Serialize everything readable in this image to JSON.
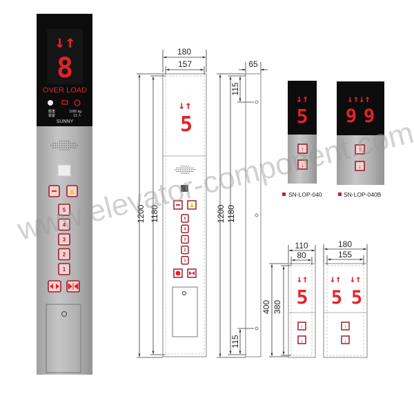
{
  "cop_photo": {
    "display_arrows": "↓↑",
    "display_digit": "8",
    "status_text": "OVER LOAD",
    "load_label_cn": "额重",
    "capacity_label_cn": "载客",
    "load_value": "1000 kg",
    "capacity_value": "13 人",
    "brand": "SUNNY",
    "floor_buttons": [
      "5",
      "4",
      "3",
      "2",
      "1"
    ]
  },
  "cop_drawing": {
    "width_outer": "180",
    "width_inner": "157",
    "height_outer": "1200",
    "height_inner": "1180",
    "display_arrows": "↓↑",
    "display_digit": "5",
    "floor_buttons": [
      "5",
      "4",
      "3",
      "2",
      "1"
    ]
  },
  "cop_side": {
    "depth": "65",
    "height_outer": "1200",
    "height_inner": "1180",
    "top_offset": "115",
    "bottom_offset": "115"
  },
  "lop_photos": [
    {
      "model": "SN-LOP-040",
      "arrows": "↓↑",
      "digits": "5"
    },
    {
      "model": "SN-LOP-040B",
      "arrows": "↓↑↓↑",
      "digits": [
        "9",
        "9"
      ]
    }
  ],
  "lop_drawings": {
    "height_outer": "400",
    "height_inner": "380",
    "single": {
      "width_outer": "110",
      "width_inner": "80",
      "arrows": "↓↑",
      "digit": "5"
    },
    "double": {
      "width_outer": "180",
      "width_inner": "155",
      "arrows": "↓↑",
      "digits": [
        "5",
        "5"
      ]
    }
  },
  "button_icons": {
    "up": "↑",
    "down": "↓"
  },
  "colors": {
    "display_red": "#e4222a",
    "button_border": "#9e1f2a",
    "marker": "#c0202a"
  },
  "watermark": "www.elevator-component.com"
}
